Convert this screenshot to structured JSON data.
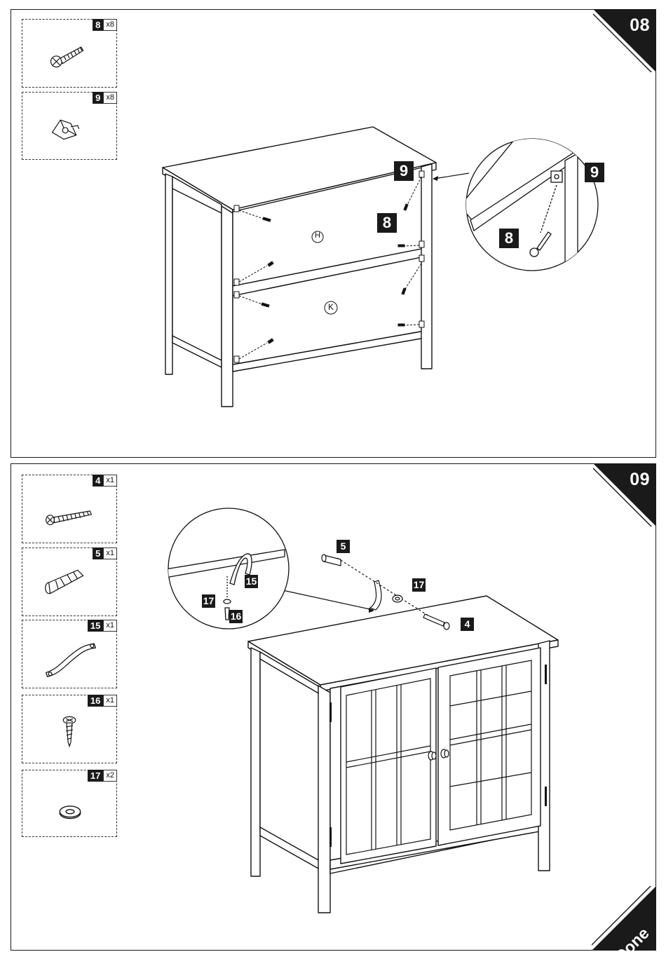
{
  "steps": [
    {
      "number": "08",
      "parts": [
        {
          "id": "8",
          "qty": "x8",
          "icon": "screw-icon"
        },
        {
          "id": "9",
          "qty": "x8",
          "icon": "corner-bracket-icon"
        }
      ],
      "callouts": {
        "bracket": "9",
        "screw": "8"
      },
      "panel_labels": {
        "upper": "H",
        "lower": "K"
      }
    },
    {
      "number": "09",
      "parts": [
        {
          "id": "4",
          "qty": "x1",
          "icon": "long-screw-icon"
        },
        {
          "id": "5",
          "qty": "x1",
          "icon": "wall-anchor-icon"
        },
        {
          "id": "15",
          "qty": "x1",
          "icon": "anti-tip-strap-icon"
        },
        {
          "id": "16",
          "qty": "x1",
          "icon": "short-screw-icon"
        },
        {
          "id": "17",
          "qty": "x2",
          "icon": "washer-icon"
        }
      ],
      "callouts": {
        "anchor": "5",
        "washer": "17",
        "screw": "4",
        "strap": "15",
        "detail_washer": "17",
        "detail_screw": "16"
      },
      "end_label": "Done"
    }
  ]
}
